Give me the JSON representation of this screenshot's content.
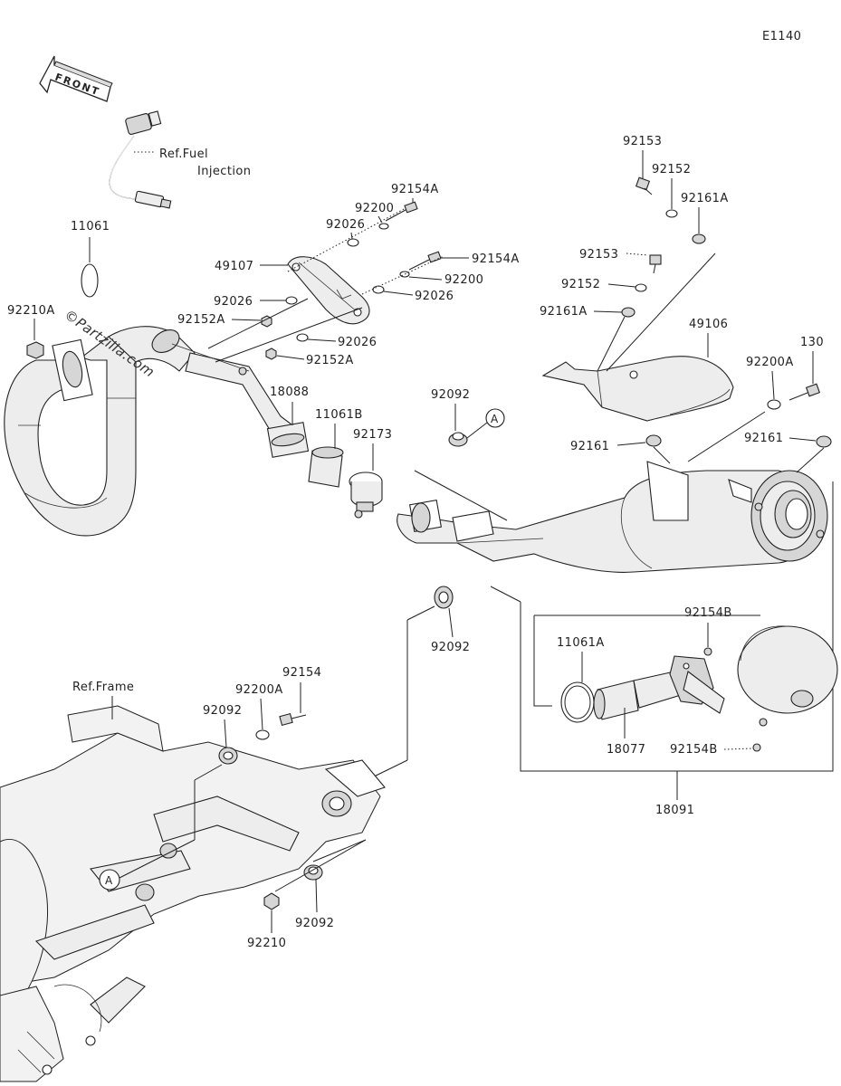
{
  "diagram_code": "E1140",
  "front_label": "FRONT",
  "watermark": "©Partzilla.com",
  "refs": {
    "fuel_line1": "Ref.Fuel",
    "fuel_line2": "Injection",
    "frame": "Ref.Frame"
  },
  "circle_marker": "A",
  "parts": {
    "p92153_a": "92153",
    "p92152_a": "92152",
    "p92161A_a": "92161A",
    "p92153_b": "92153",
    "p92152_b": "92152",
    "p92161A_b": "92161A",
    "p49106": "49106",
    "p92200A_r": "92200A",
    "p130": "130",
    "p92161_r": "92161",
    "p92161_m": "92161",
    "p92092_m": "92092",
    "p11061": "11061",
    "p92210A": "92210A",
    "p49107": "49107",
    "p92154A_a": "92154A",
    "p92200_a": "92200",
    "p92026_a": "92026",
    "p92154A_b": "92154A",
    "p92200_b": "92200",
    "p92026_b": "92026",
    "p92026_c": "92026",
    "p92152A_a": "92152A",
    "p92026_d": "92026",
    "p92152A_b": "92152A",
    "p18088": "18088",
    "p11061B": "11061B",
    "p92173": "92173",
    "p92092_low": "92092",
    "p92154B_a": "92154B",
    "p11061A": "11061A",
    "p18077": "18077",
    "p92154B_b": "92154B",
    "p18091": "18091",
    "p92154": "92154",
    "p92200A_l": "92200A",
    "p92092_l": "92092",
    "p92210": "92210",
    "p92092_b": "92092"
  }
}
